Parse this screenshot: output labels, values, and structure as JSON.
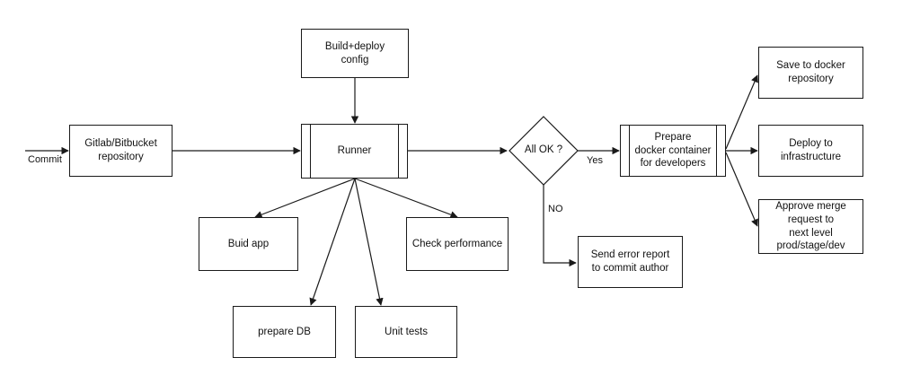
{
  "nodes": {
    "build_deploy_config": "Build+deploy\nconfig",
    "repository": "Gitlab/Bitbucket\nrepository",
    "runner": "Runner",
    "all_ok": "All OK ?",
    "prepare_container": "Prepare\ndocker container\nfor developers",
    "save_docker": "Save to docker\nrepository",
    "deploy_infra": "Deploy to\ninfrastructure",
    "approve_merge": "Approve merge\nrequest to\nnext level\nprod/stage/dev",
    "build_app": "Buid app",
    "check_performance": "Check performance",
    "prepare_db": "prepare DB",
    "unit_tests": "Unit tests",
    "send_error": "Send error report\nto commit author"
  },
  "edge_labels": {
    "commit": "Commit",
    "yes": "Yes",
    "no": "NO"
  },
  "colors": {
    "stroke": "#1a1a1a",
    "background": "#ffffff"
  }
}
